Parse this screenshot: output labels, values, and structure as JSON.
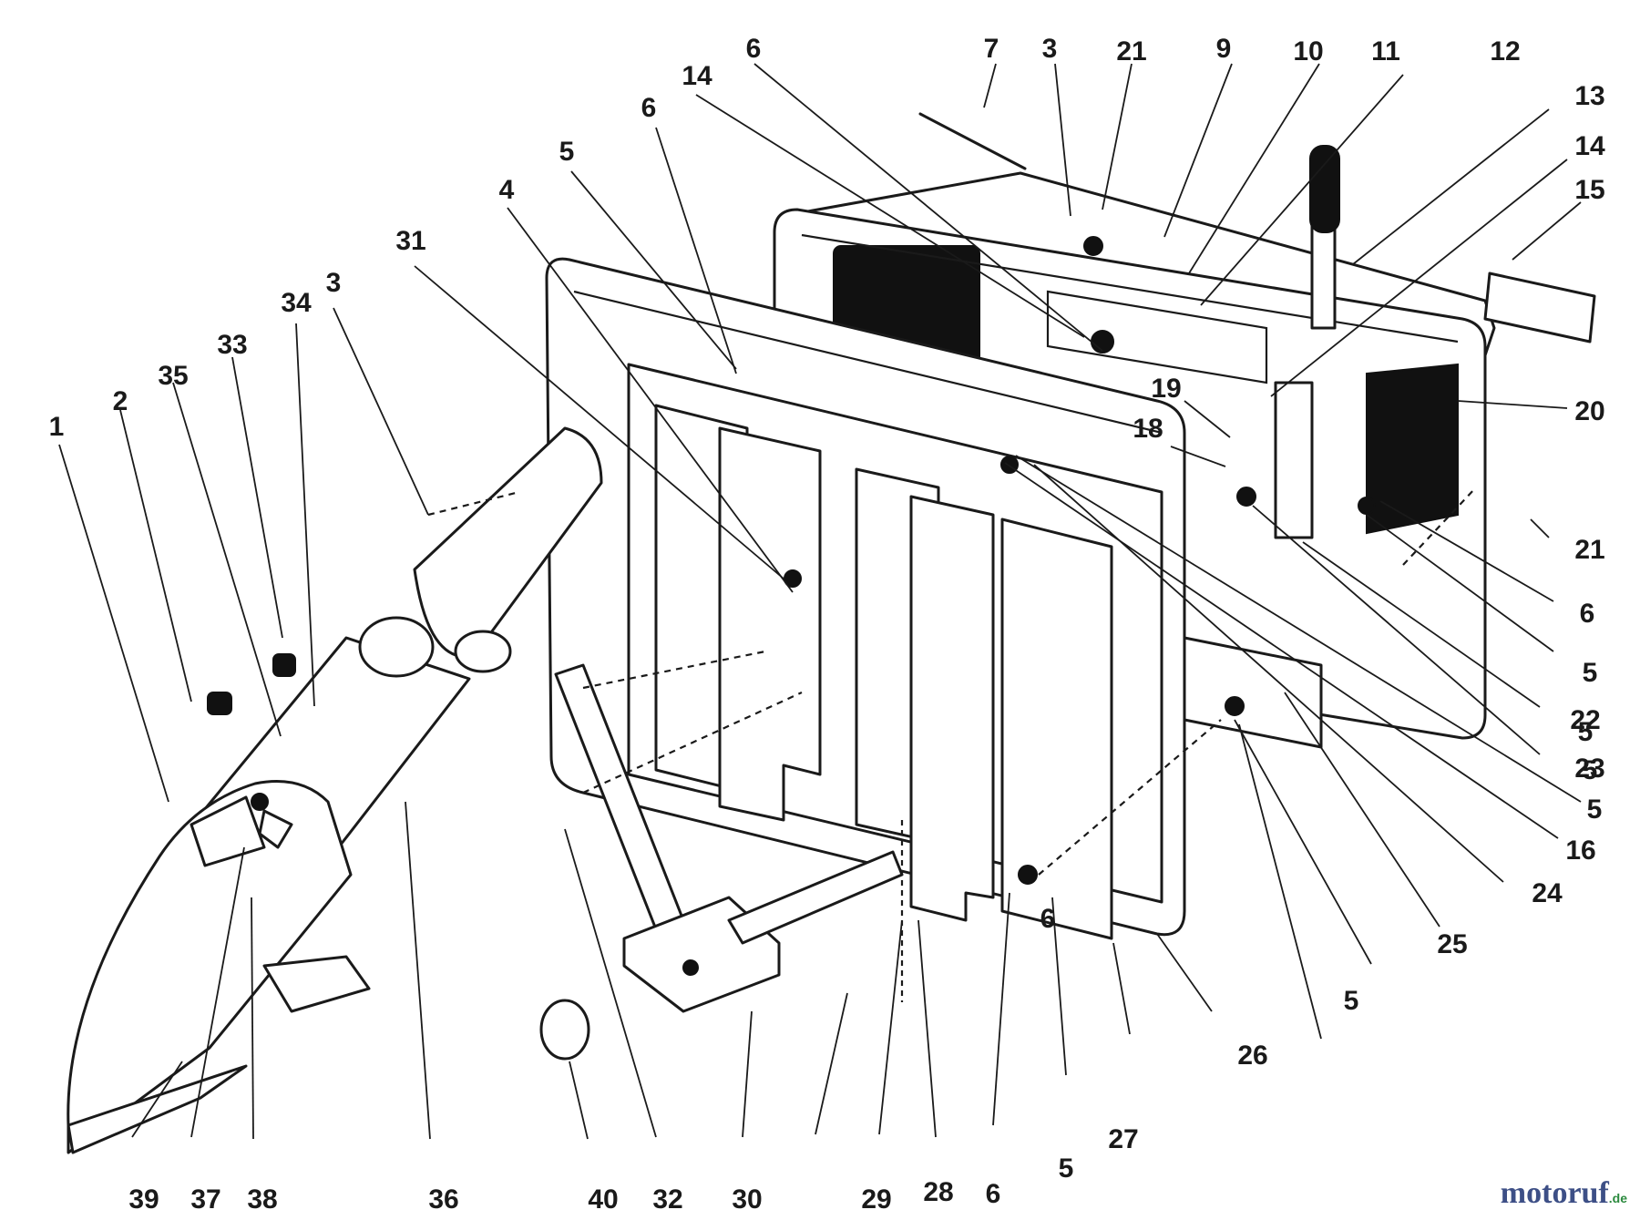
{
  "callouts": [
    "1",
    "2",
    "3",
    "3",
    "4",
    "5",
    "5",
    "5",
    "5",
    "5",
    "5",
    "5",
    "6",
    "6",
    "6",
    "6",
    "6",
    "7",
    "9",
    "10",
    "11",
    "12",
    "13",
    "14",
    "14",
    "15",
    "16",
    "18",
    "19",
    "20",
    "21",
    "21",
    "22",
    "23",
    "24",
    "25",
    "26",
    "27",
    "28",
    "29",
    "30",
    "31",
    "32",
    "33",
    "34",
    "35",
    "36",
    "37",
    "38",
    "39",
    "40"
  ],
  "watermark": {
    "main": "motoruf",
    "suffix": ".de",
    "main_color": "#3d4f86",
    "suffix_color": "#2b8a3e"
  }
}
